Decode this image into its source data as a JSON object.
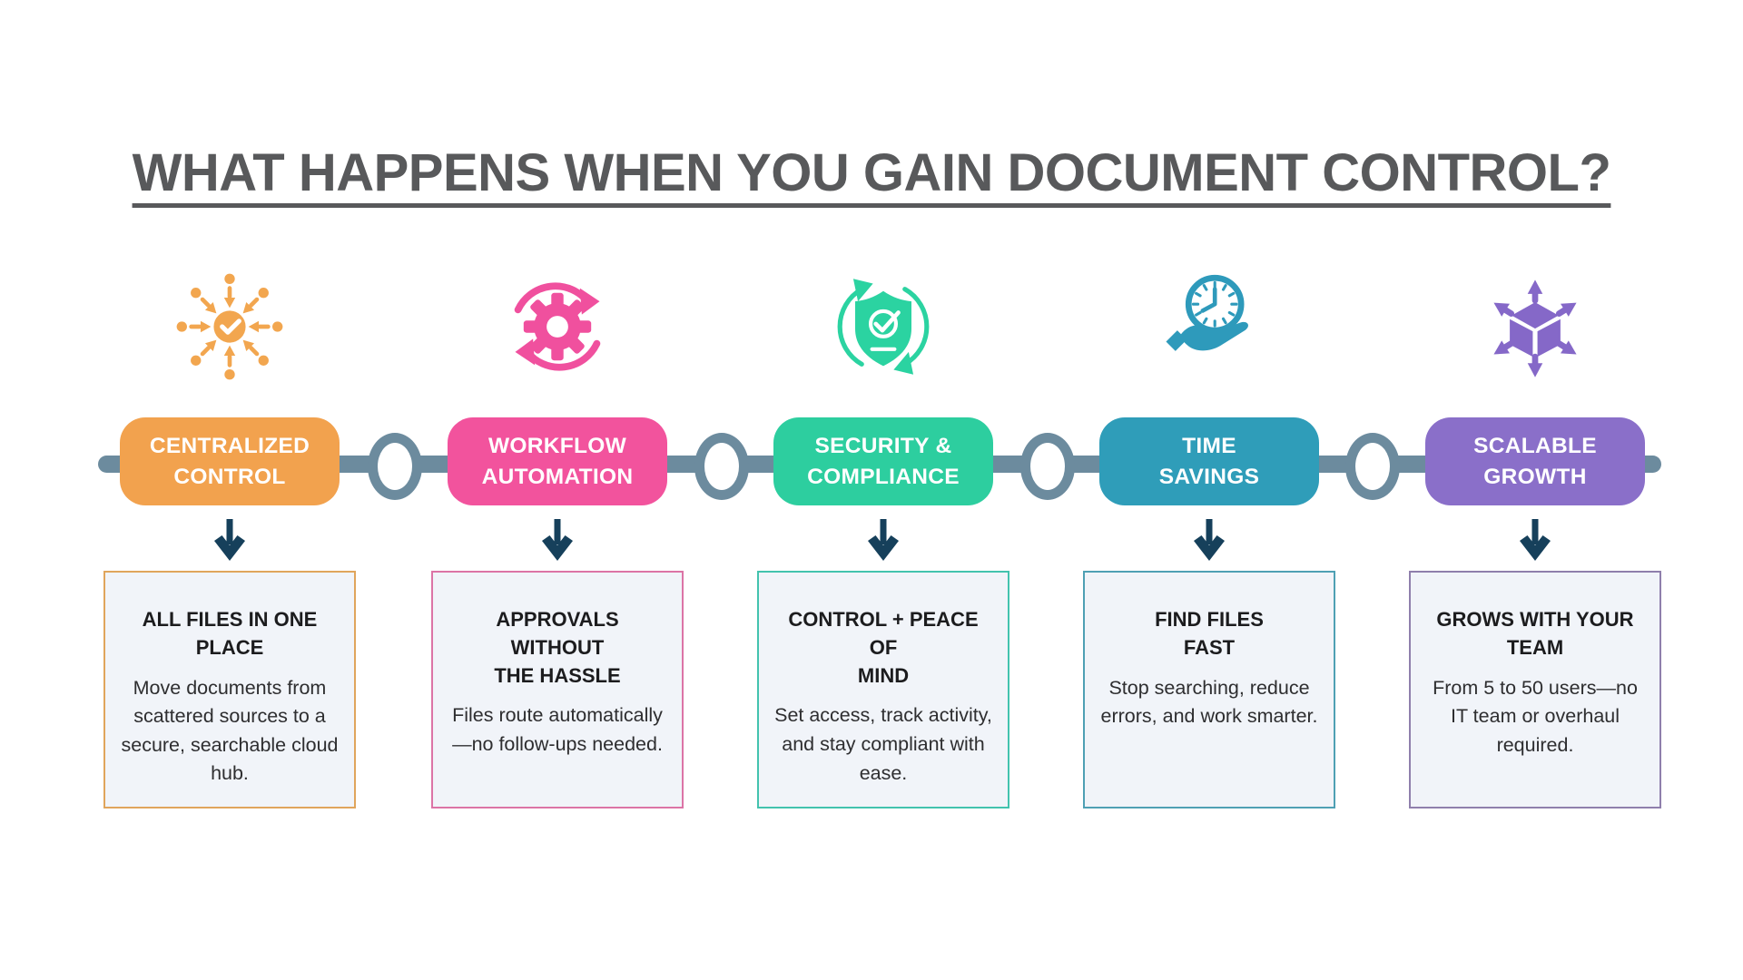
{
  "title": "WHAT HAPPENS WHEN YOU GAIN DOCUMENT CONTROL?",
  "colors": {
    "title": "#58595B",
    "timeline": "#6C8B9E",
    "node_fill": "#FFFFFF",
    "arrow": "#16405B",
    "box_bg": "#F1F4F9",
    "box_title": "#1C1C1E",
    "box_body": "#2E2E30",
    "pill_text": "#FFFFFF",
    "background": "#FFFFFF"
  },
  "steps": [
    {
      "icon": "centralized-control-icon",
      "accent": "#F2A24E",
      "icon_color": "#F2A64F",
      "box_border": "#E0A55C",
      "pill_label": "CENTRALIZED\nCONTROL",
      "box_title": "ALL FILES IN ONE\nPLACE",
      "box_body": "Move documents from scattered sources to a secure, searchable cloud hub."
    },
    {
      "icon": "workflow-automation-icon",
      "accent": "#F2539D",
      "icon_color": "#F0509E",
      "box_border": "#DC74A6",
      "pill_label": "WORKFLOW\nAUTOMATION",
      "box_title": "APPROVALS WITHOUT\nTHE HASSLE",
      "box_body": "Files route automatically—no follow-ups needed."
    },
    {
      "icon": "security-compliance-icon",
      "accent": "#2DCE9F",
      "icon_color": "#2BD3A1",
      "box_border": "#43C3AE",
      "pill_label": "SECURITY &\nCOMPLIANCE",
      "box_title": "CONTROL + PEACE OF\nMIND",
      "box_body": "Set access, track activity, and stay compliant with ease."
    },
    {
      "icon": "time-savings-icon",
      "accent": "#2F9DB9",
      "icon_color": "#2E9ABB",
      "box_border": "#4FA0B4",
      "pill_label": "TIME\nSAVINGS",
      "box_title": "FIND FILES\nFAST",
      "box_body": "Stop searching, reduce errors, and work smarter."
    },
    {
      "icon": "scalable-growth-icon",
      "accent": "#8A6FC9",
      "icon_color": "#8568C8",
      "box_border": "#8F7FAC",
      "pill_label": "SCALABLE\nGROWTH",
      "box_title": "GROWS WITH YOUR\nTEAM",
      "box_body": "From 5 to 50 users—no IT team or overhaul required."
    }
  ]
}
